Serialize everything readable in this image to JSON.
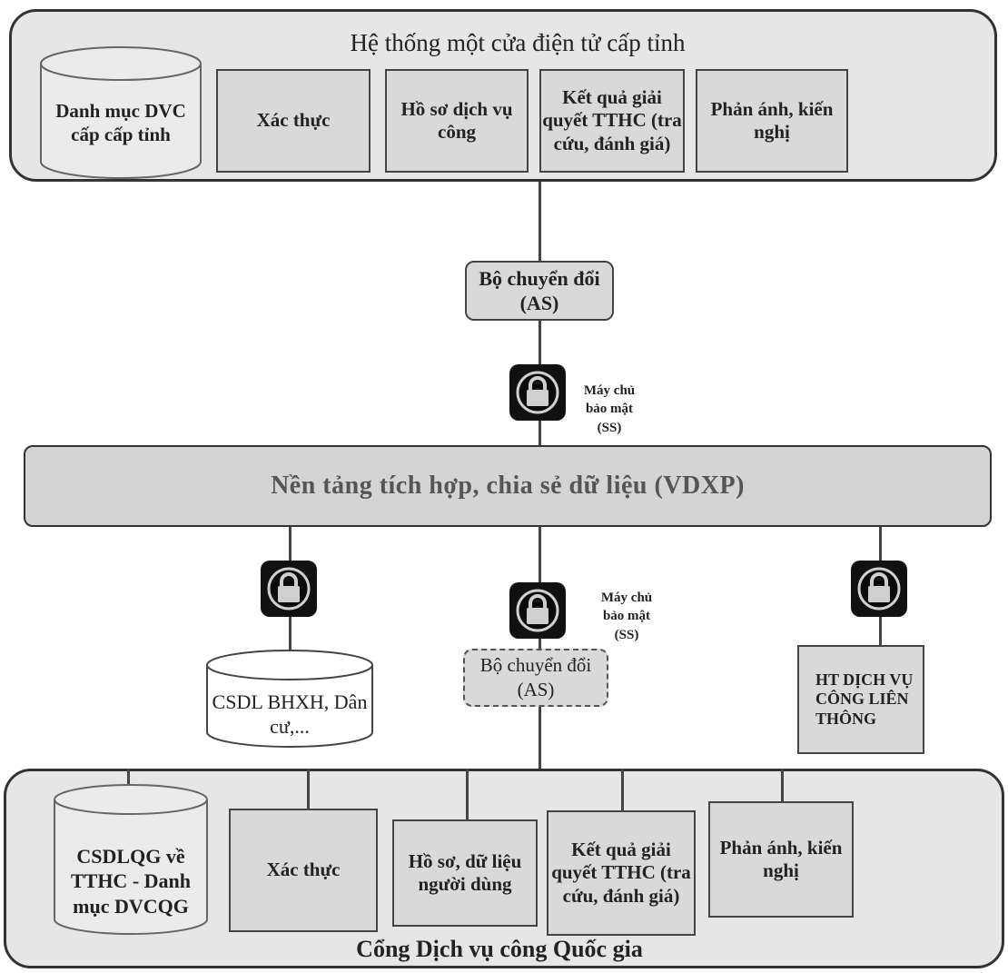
{
  "top_system": {
    "title": "Hệ thống một cửa điện tử cấp tỉnh",
    "catalog": "Danh mục DVC cấp cấp tỉnh",
    "modules": [
      "Xác thực",
      "Hồ sơ dịch vụ công",
      "Kết quả giải quyết TTHC (tra cứu, đánh giá)",
      "Phản ánh, kiến nghị"
    ]
  },
  "converter_top": "Bộ chuyển đổi (AS)",
  "security_server_label": "Máy chủ bảo mật (SS)",
  "platform": "Nền tảng tích hợp, chia sẻ dữ liệu (VDXP)",
  "security_server_label_2": "Máy chủ bảo mật (SS)",
  "db_bhxh": "CSDL BHXH, Dân cư,...",
  "converter_bottom": "Bộ chuyển đổi (AS)",
  "ht_lien_thong": "HT DỊCH VỤ CÔNG LIÊN THÔNG",
  "bottom_system": {
    "title": "Cổng Dịch vụ công Quốc gia",
    "catalog": "CSDLQG về TTHC - Danh mục DVCQG",
    "modules": [
      "Xác thực",
      "Hồ sơ, dữ liệu người dùng",
      "Kết quả giải quyết TTHC (tra cứu, đánh giá)",
      "Phản ánh, kiến nghị"
    ]
  },
  "colors": {
    "panel": "#e6e6e6",
    "box": "#d9d9d9",
    "lock_outer": "#111111",
    "lock_inner": "#cfcfcf"
  }
}
